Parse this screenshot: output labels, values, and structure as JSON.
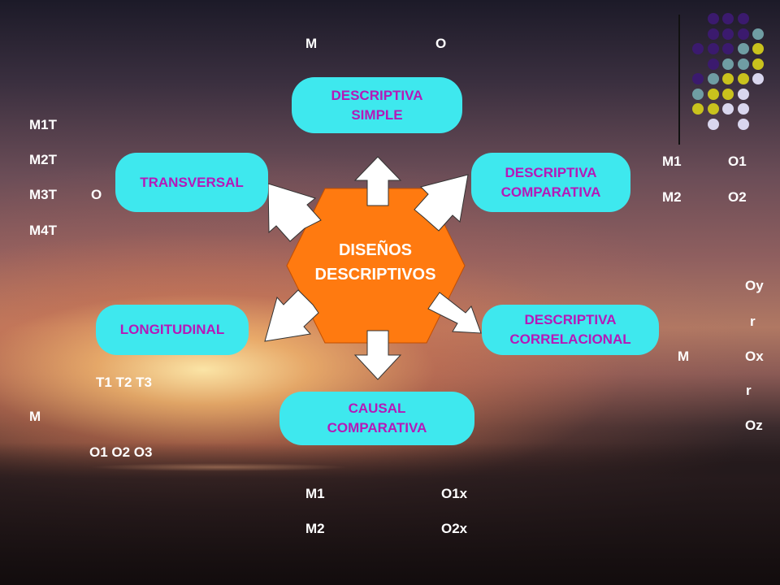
{
  "center": {
    "text": "DISEÑOS\nDESCRIPTIVOS"
  },
  "nodes": {
    "simple": "DESCRIPTIVA\nSIMPLE",
    "transversal": "TRANSVERSAL",
    "comparativa": "DESCRIPTIVA\nCOMPARATIVA",
    "longitudinal": "LONGITUDINAL",
    "correlacional": "DESCRIPTIVA\nCORRELACIONAL",
    "causal": "CAUSAL\nCOMPARATIVA"
  },
  "annotations": {
    "simple_m": "M",
    "simple_o": "O",
    "transversal_m1t": "M1T",
    "transversal_m2t": "M2T",
    "transversal_m3t": "M3T",
    "transversal_m4t": "M4T",
    "transversal_o": "O",
    "comparativa_m1": "M1",
    "comparativa_o1": "O1",
    "comparativa_m2": "M2",
    "comparativa_o2": "O2",
    "longitudinal_t": "T1 T2 T3",
    "longitudinal_m": "M",
    "longitudinal_o": "O1 O2 O3",
    "correlacional_oy": "Oy",
    "correlacional_r1": "r",
    "correlacional_m": "M",
    "correlacional_ox": "Ox",
    "correlacional_r2": "r",
    "correlacional_oz": "Oz",
    "causal_m1": "M1",
    "causal_o1x": "O1x",
    "causal_m2": "M2",
    "causal_o2x": "O2x"
  },
  "colors": {
    "node_fill": "#3ee8ee",
    "node_text": "#b519b8",
    "center_fill": "#ff7a10",
    "arrow_fill": "#ffffff",
    "dot_purple": "#3b1a6e",
    "dot_teal": "#6f9da3",
    "dot_yellow": "#c9c21d",
    "dot_lavender": "#d9d6ee"
  }
}
